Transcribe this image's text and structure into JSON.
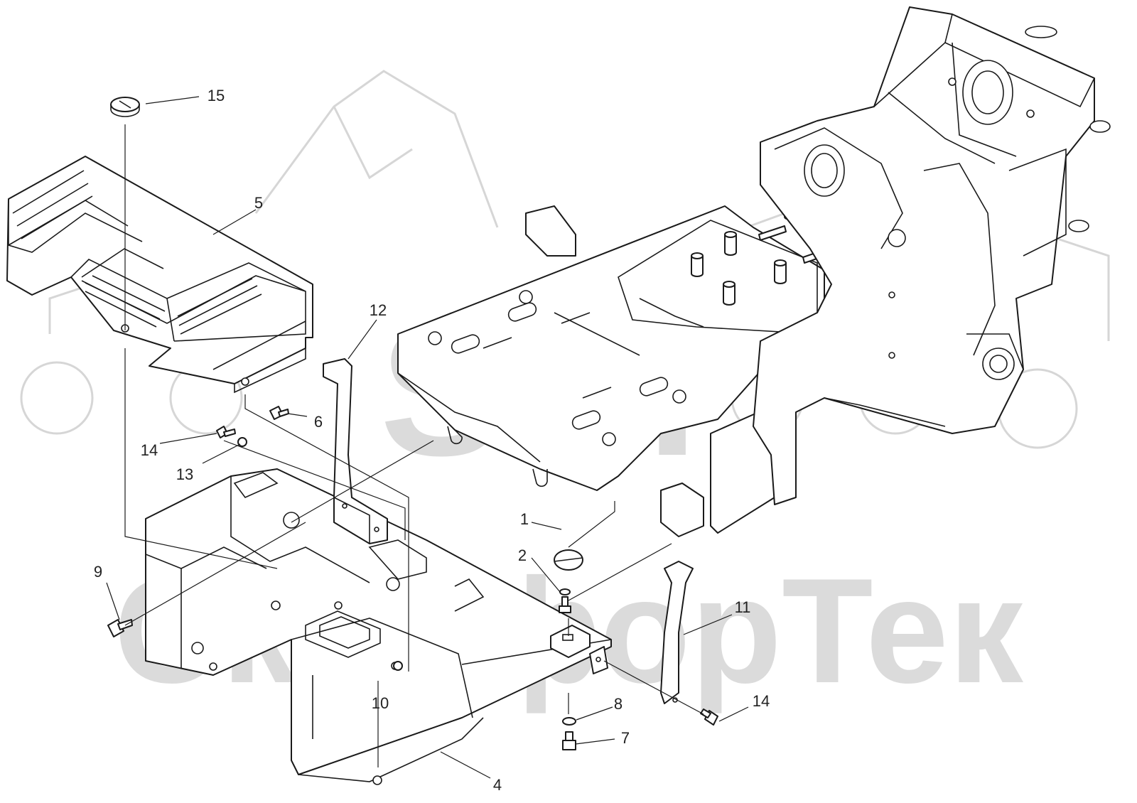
{
  "watermark": {
    "logo_text": "SFT",
    "brand_text": "СкайфорТек"
  },
  "callouts": [
    {
      "id": "1",
      "label": "1"
    },
    {
      "id": "2",
      "label": "2"
    },
    {
      "id": "4",
      "label": "4"
    },
    {
      "id": "5",
      "label": "5"
    },
    {
      "id": "6",
      "label": "6"
    },
    {
      "id": "7",
      "label": "7"
    },
    {
      "id": "8",
      "label": "8"
    },
    {
      "id": "9",
      "label": "9"
    },
    {
      "id": "10",
      "label": "10"
    },
    {
      "id": "11",
      "label": "11"
    },
    {
      "id": "12",
      "label": "12"
    },
    {
      "id": "13",
      "label": "13"
    },
    {
      "id": "14a",
      "label": "14"
    },
    {
      "id": "14b",
      "label": "14"
    },
    {
      "id": "15",
      "label": "15"
    }
  ]
}
